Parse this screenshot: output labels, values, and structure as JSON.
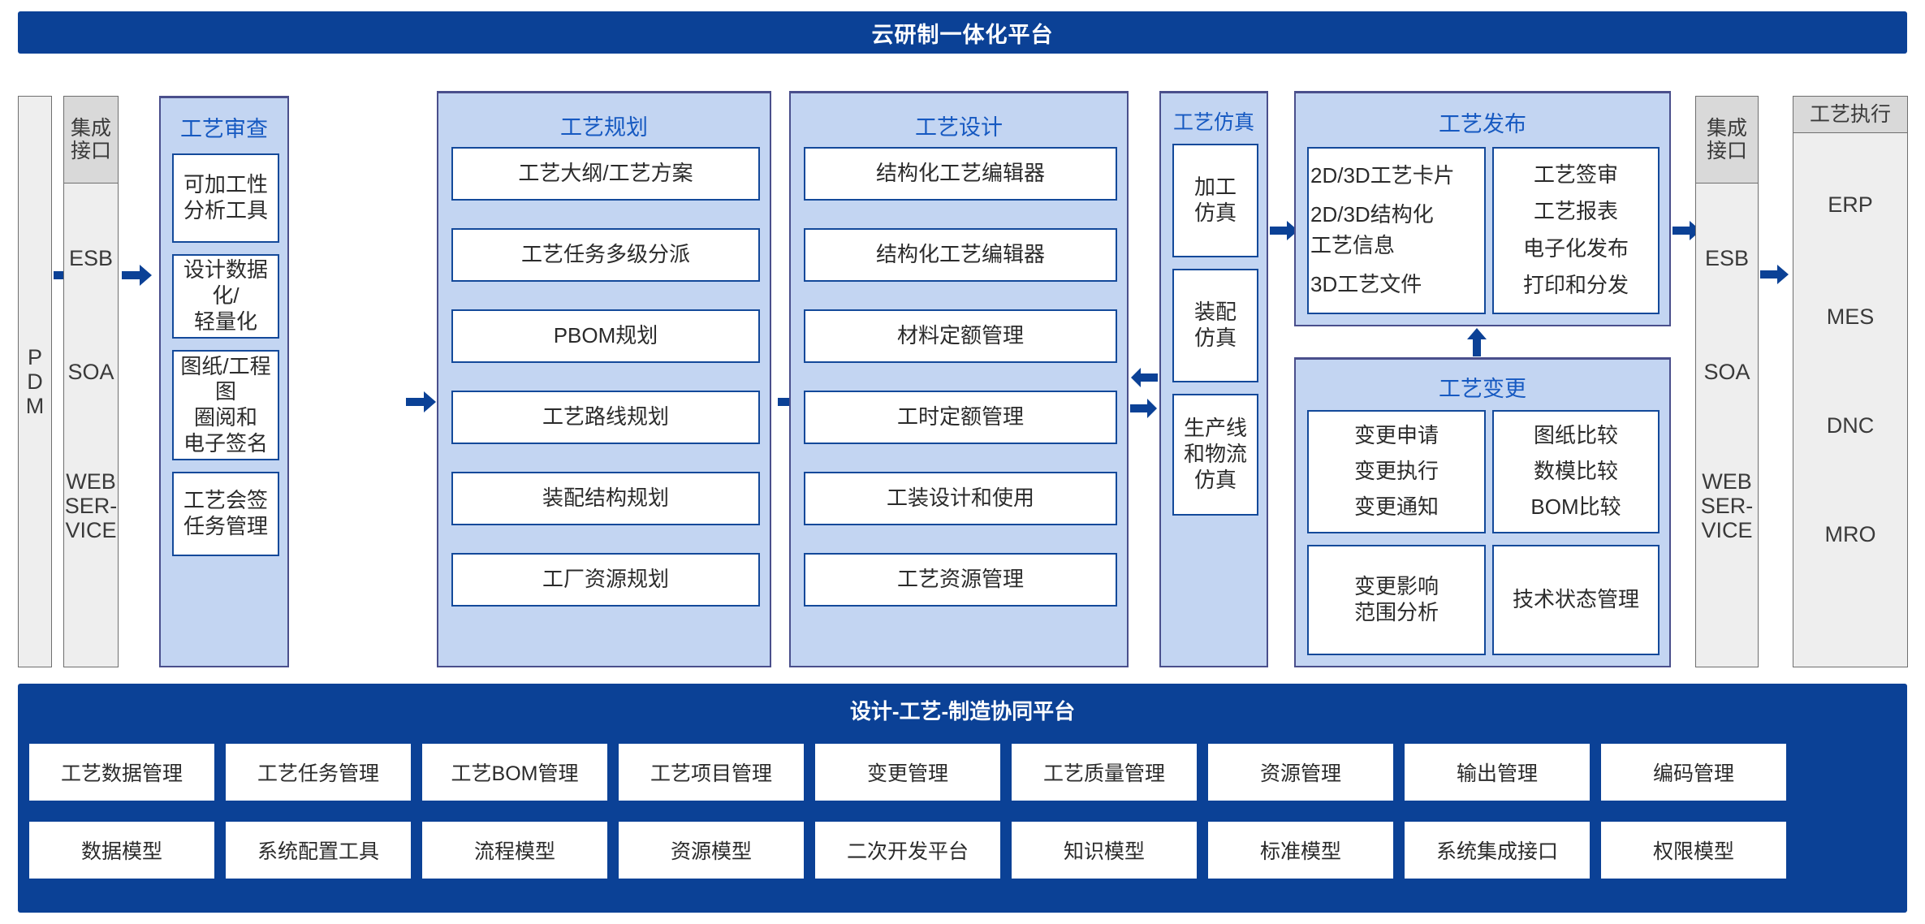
{
  "header": {
    "title": "云研制一体化平台"
  },
  "left_system": {
    "label": "P D M",
    "lines": [
      "P",
      "D",
      "M"
    ]
  },
  "left_interface": {
    "title": "集成接口",
    "title_lines": [
      "集成",
      "接口"
    ],
    "items": [
      "ESB",
      "SOA",
      "WEB SER- VICE"
    ],
    "item_lines": [
      [
        "ESB"
      ],
      [
        "SOA"
      ],
      [
        "WEB",
        "SER-",
        "VICE"
      ]
    ]
  },
  "right_interface": {
    "title": "集成接口",
    "title_lines": [
      "集成",
      "接口"
    ],
    "items": [
      "ESB",
      "SOA",
      "WEB SER- VICE"
    ],
    "item_lines": [
      [
        "ESB"
      ],
      [
        "SOA"
      ],
      [
        "WEB",
        "SER-",
        "VICE"
      ]
    ]
  },
  "right_execution": {
    "title": "工艺执行",
    "items": [
      "ERP",
      "MES",
      "DNC",
      "MRO"
    ]
  },
  "groups": {
    "review": {
      "title": "工艺审查",
      "cells": [
        {
          "lines": [
            "可加工性",
            "分析工具"
          ]
        },
        {
          "lines": [
            "设计数据化/",
            "轻量化"
          ]
        },
        {
          "lines": [
            "图纸/工程图",
            "圈阅和",
            "电子签名"
          ]
        },
        {
          "lines": [
            "工艺会签",
            "任务管理"
          ]
        }
      ]
    },
    "planning": {
      "title": "工艺规划",
      "cells": [
        {
          "lines": [
            "工艺大纲/工艺方案"
          ]
        },
        {
          "lines": [
            "工艺任务多级分派"
          ]
        },
        {
          "lines": [
            "PBOM规划"
          ]
        },
        {
          "lines": [
            "工艺路线规划"
          ]
        },
        {
          "lines": [
            "装配结构规划"
          ]
        },
        {
          "lines": [
            "工厂资源规划"
          ]
        }
      ]
    },
    "design": {
      "title": "工艺设计",
      "cells": [
        {
          "lines": [
            "结构化工艺编辑器"
          ]
        },
        {
          "lines": [
            "结构化工艺编辑器"
          ]
        },
        {
          "lines": [
            "材料定额管理"
          ]
        },
        {
          "lines": [
            "工时定额管理"
          ]
        },
        {
          "lines": [
            "工装设计和使用"
          ]
        },
        {
          "lines": [
            "工艺资源管理"
          ]
        }
      ]
    },
    "simulation": {
      "title": "工艺仿真",
      "cells": [
        {
          "lines": [
            "加工",
            "仿真"
          ]
        },
        {
          "lines": [
            "装配",
            "仿真"
          ]
        },
        {
          "lines": [
            "生产线",
            "和物流",
            "仿真"
          ]
        }
      ]
    },
    "publish": {
      "title": "工艺发布",
      "cells": [
        {
          "lines": [
            "2D/3D工艺卡片",
            "2D/3D结构化",
            "工艺信息",
            "3D工艺文件"
          ]
        },
        {
          "lines": [
            "工艺签审",
            "工艺报表",
            "电子化发布",
            "打印和分发"
          ]
        }
      ]
    },
    "change": {
      "title": "工艺变更",
      "cells": [
        {
          "lines": [
            "变更申请",
            "变更执行",
            "变更通知"
          ]
        },
        {
          "lines": [
            "图纸比较",
            "数模比较",
            "BOM比较"
          ]
        },
        {
          "lines": [
            "变更影响",
            "范围分析"
          ]
        },
        {
          "lines": [
            "技术状态管理"
          ]
        }
      ]
    }
  },
  "bottom": {
    "title": "设计-工艺-制造协同平台",
    "row1": [
      "工艺数据管理",
      "工艺任务管理",
      "工艺BOM管理",
      "工艺项目管理",
      "变更管理",
      "工艺质量管理",
      "资源管理",
      "输出管理",
      "编码管理"
    ],
    "row2": [
      "数据模型",
      "系统配置工具",
      "流程模型",
      "资源模型",
      "二次开发平台",
      "知识模型",
      "标准模型",
      "系统集成接口",
      "权限模型"
    ]
  },
  "colors": {
    "banner_blue": "#0b4196",
    "group_fill": "#c3d5f2",
    "group_border": "#4a4f8c",
    "cell_border": "#13499a",
    "title_blue": "#1659c1",
    "grey_fill": "#eeeeee",
    "grey_head": "#d9d9d9",
    "grey_border": "#6f6f6f",
    "arrow": "#0b4196"
  },
  "arrows": [
    {
      "name": "pdm-to-left-interface",
      "dir": "right"
    },
    {
      "name": "left-interface-to-review",
      "dir": "right"
    },
    {
      "name": "review-to-planning",
      "dir": "right"
    },
    {
      "name": "planning-to-design",
      "dir": "right"
    },
    {
      "name": "design-to-simulation",
      "dir": "right"
    },
    {
      "name": "simulation-to-design",
      "dir": "left"
    },
    {
      "name": "simulation-to-publish",
      "dir": "right"
    },
    {
      "name": "change-to-publish",
      "dir": "up"
    },
    {
      "name": "publish-to-right-interface",
      "dir": "right"
    },
    {
      "name": "right-interface-to-execution",
      "dir": "right"
    }
  ]
}
